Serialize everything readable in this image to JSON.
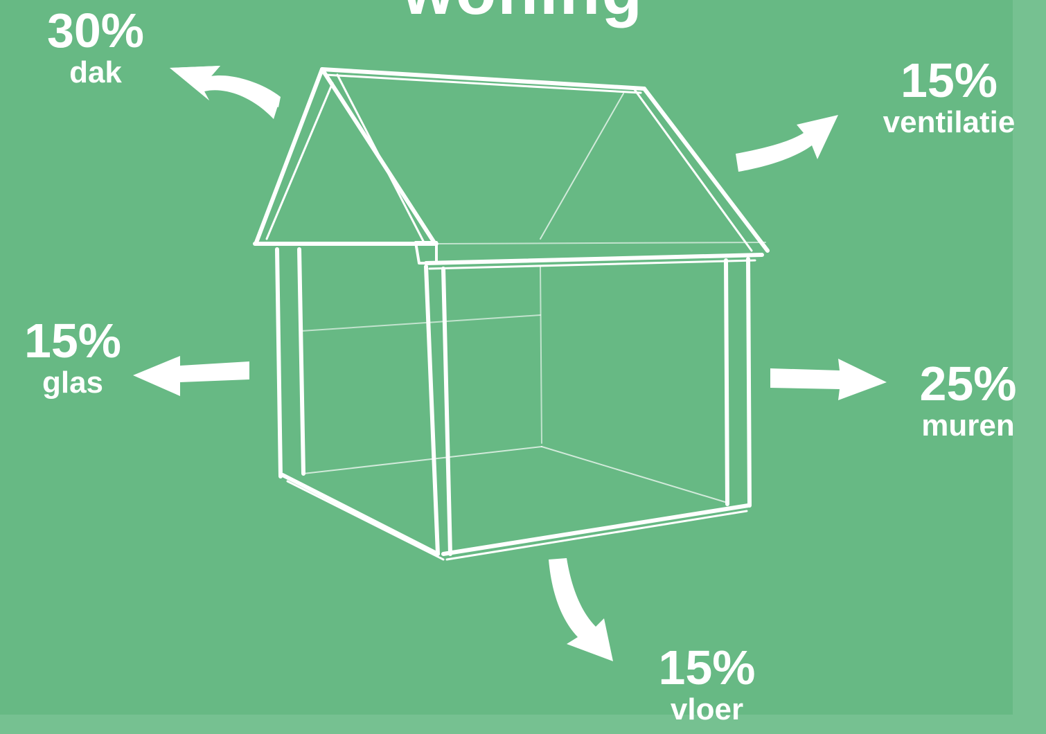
{
  "title": "woning",
  "colors": {
    "background": "#67b984",
    "border": "#76c191",
    "foreground": "#ffffff"
  },
  "losses": [
    {
      "part": "dak",
      "percent": "30%"
    },
    {
      "part": "ventilatie",
      "percent": "15%"
    },
    {
      "part": "glas",
      "percent": "15%"
    },
    {
      "part": "muren",
      "percent": "25%"
    },
    {
      "part": "vloer",
      "percent": "15%"
    }
  ]
}
